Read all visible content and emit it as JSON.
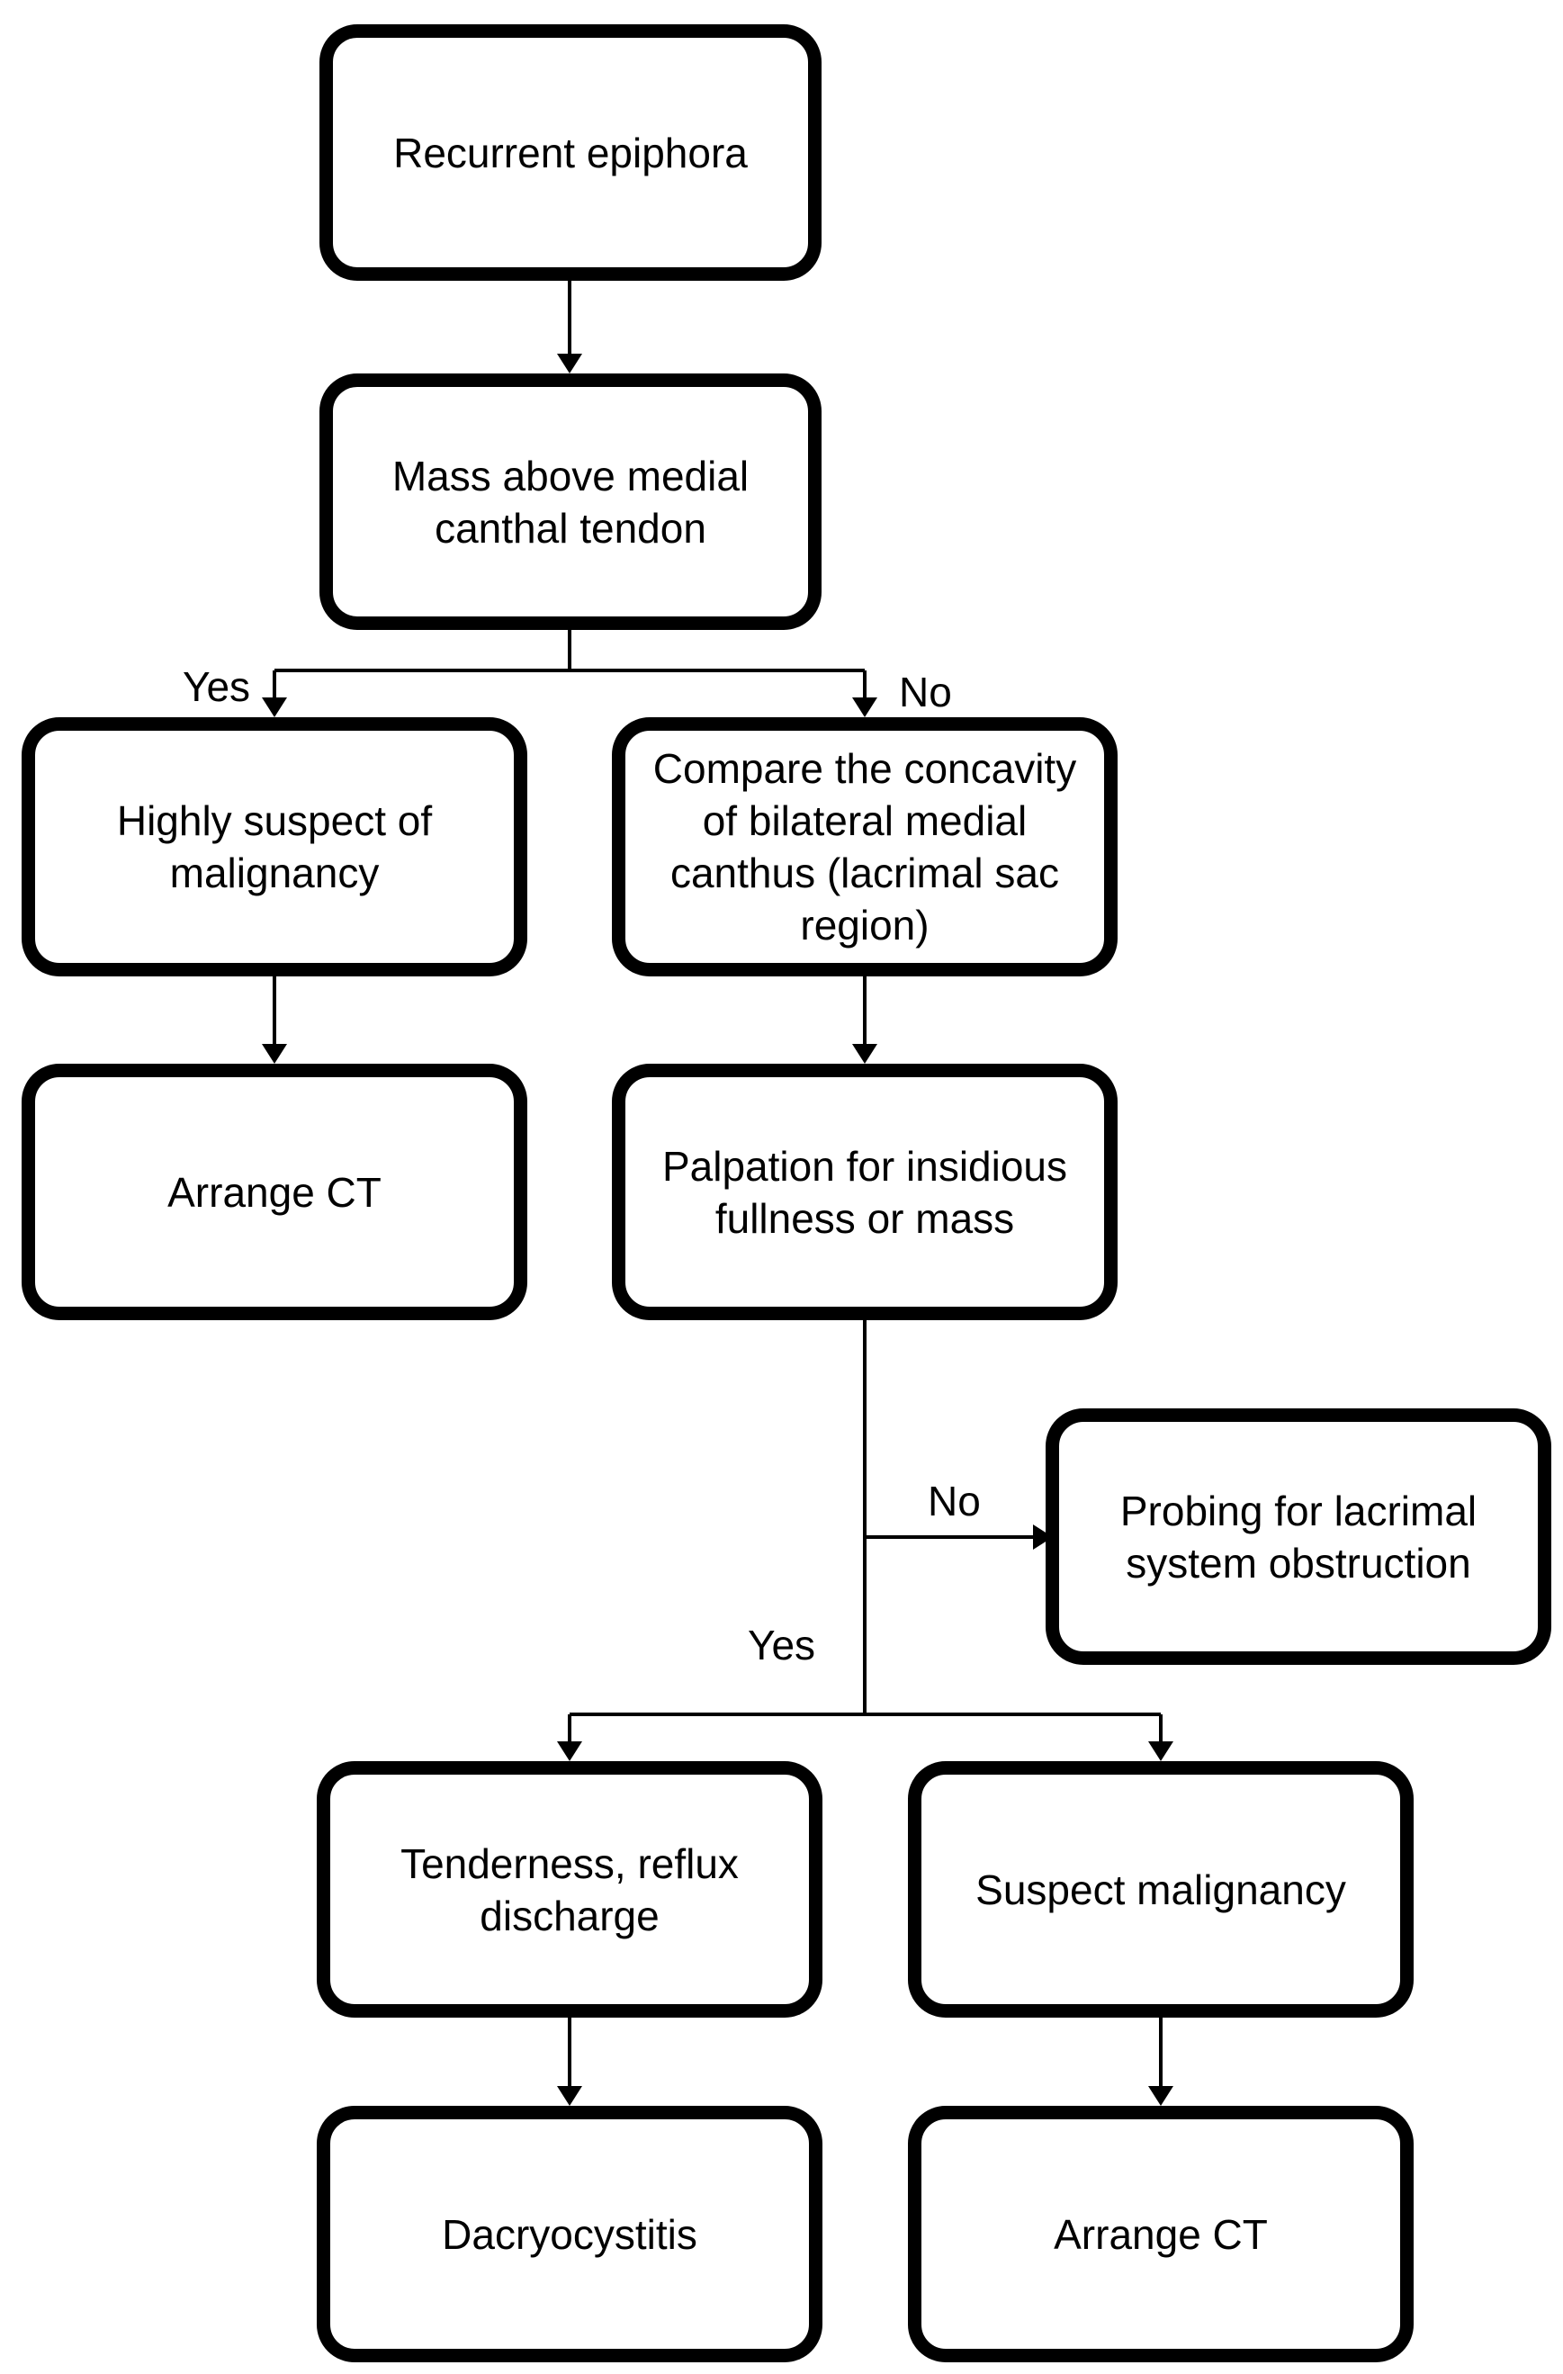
{
  "nodes": {
    "recurrent_epiphora": "Recurrent epiphora",
    "mass_above_tendon": "Mass above medial\ncanthal tendon",
    "highly_suspect": "Highly suspect of\nmalignancy",
    "arrange_ct_left": "Arrange CT",
    "compare_concavity": "Compare the concavity\nof bilateral medial\ncanthus (lacrimal sac\nregion)",
    "palpation": "Palpation for insidious\nfullness or mass",
    "probing": "Probing for lacrimal\nsystem obstruction",
    "tenderness": "Tenderness,  reflux\ndischarge",
    "suspect_malignancy": "Suspect malignancy",
    "dacryocystitis": "Dacryocystitis",
    "arrange_ct_right": "Arrange CT"
  },
  "labels": {
    "mass_yes": "Yes",
    "mass_no": "No",
    "palpation_no": "No",
    "palpation_yes": "Yes"
  }
}
